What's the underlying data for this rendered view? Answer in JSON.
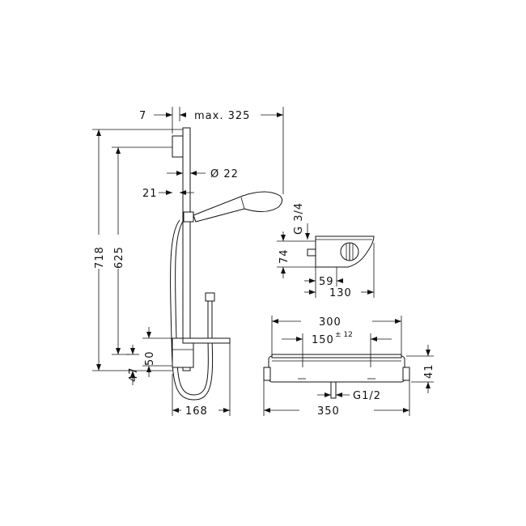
{
  "dimensions": {
    "rail_offset": "7",
    "max_reach": "max. 325",
    "diameter": "Ø 22",
    "wall_offset": "21",
    "total_height": "718",
    "mount_height": "625",
    "thread_top": "G 3/4",
    "valve_height": "74",
    "valve_depth_a": "59",
    "valve_depth_b": "130",
    "valve_width": "300",
    "mount_spacing": "150",
    "mount_tolerance": "± 12",
    "valve_body_height": "41",
    "thread_bottom": "G1/2",
    "overall_width": "350",
    "bracket_offset": "50",
    "bracket_bottom": "47",
    "hose_offset": "168"
  }
}
